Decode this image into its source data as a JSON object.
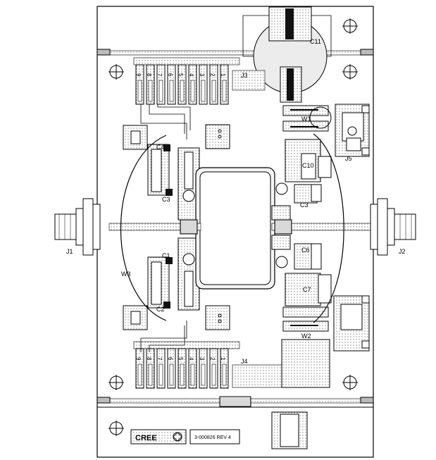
{
  "labels": {
    "c11": "C11",
    "j3": "J3",
    "w1": "W1",
    "j5": "J5",
    "c4": "C4",
    "c10": "C10",
    "c3a": "C3",
    "c3b": "C3",
    "j1": "J1",
    "j2": "J2",
    "c1": "C1",
    "c6": "C6",
    "w3": "W3",
    "c7": "C7",
    "c2": "C2",
    "w2": "W2",
    "j4": "J4"
  },
  "pins": [
    "9",
    "8",
    "7",
    "6",
    "5",
    "4",
    "3",
    "2",
    "1"
  ],
  "footer": {
    "logo": "CREE",
    "part_number": "3-000826 REV 4"
  },
  "colors": {
    "stroke": "#000000",
    "pad_fill": "#d8d8d8",
    "dots": "#555555"
  }
}
